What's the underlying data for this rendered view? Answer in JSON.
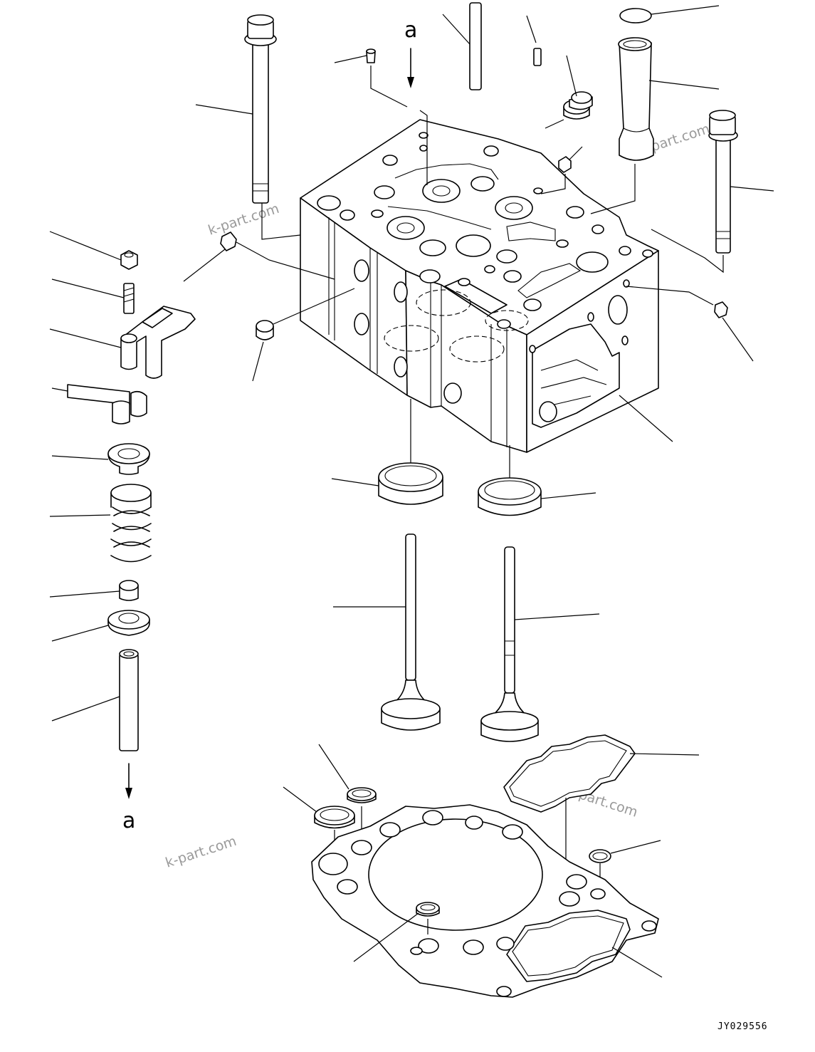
{
  "diagram": {
    "marker_top": "a",
    "marker_bottom": "a",
    "drawing_code": "JY029556",
    "watermark": "k-part.com"
  },
  "parts": [
    {
      "id": "cylinder-head"
    },
    {
      "id": "head-bolt-left"
    },
    {
      "id": "head-bolt-right"
    },
    {
      "id": "dowel-pin"
    },
    {
      "id": "small-pin"
    },
    {
      "id": "cap-plug"
    },
    {
      "id": "sleeve-tube"
    },
    {
      "id": "top-disc"
    },
    {
      "id": "nut"
    },
    {
      "id": "adjust-screw"
    },
    {
      "id": "valve-bridge"
    },
    {
      "id": "valve-cotter"
    },
    {
      "id": "spring-retainer"
    },
    {
      "id": "valve-spring"
    },
    {
      "id": "valve-stem-seal"
    },
    {
      "id": "spring-seat"
    },
    {
      "id": "valve-guide"
    },
    {
      "id": "valve-seat-insert-left"
    },
    {
      "id": "valve-seat-insert-right"
    },
    {
      "id": "intake-valve"
    },
    {
      "id": "exhaust-valve"
    },
    {
      "id": "head-gasket"
    },
    {
      "id": "rectangular-seal"
    },
    {
      "id": "o-ring-large"
    },
    {
      "id": "o-ring-small"
    },
    {
      "id": "o-ring-right"
    },
    {
      "id": "gasket-ring"
    }
  ]
}
